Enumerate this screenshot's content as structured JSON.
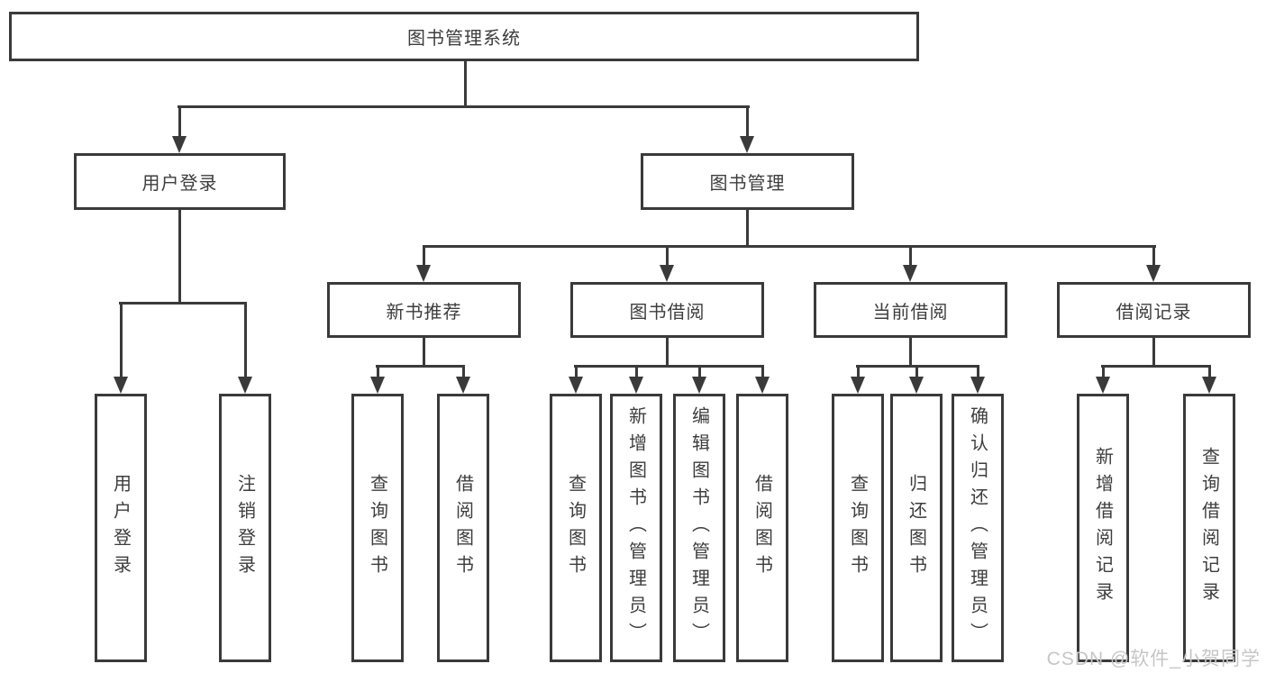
{
  "watermark": "CSDN @软件_小贺同学",
  "colors": {
    "line": "#3a3a3a",
    "text": "#3d3d3d",
    "watermark": "#c6c6c6",
    "background": "#ffffff"
  },
  "nodes": {
    "root": "图书管理系统",
    "user_login": "用户登录",
    "book_mgmt": "图书管理",
    "new_book_rec": "新书推荐",
    "book_borrow": "图书借阅",
    "current_borrow": "当前借阅",
    "borrow_records": "借阅记录",
    "login": "用户登录",
    "logout": "注销登录",
    "nb_query": "查询图书",
    "nb_borrow": "借阅图书",
    "bb_query": "查询图书",
    "bb_add": "新增图书（管理员）",
    "bb_edit": "编辑图书（管理员）",
    "bb_borrow": "借阅图书",
    "cb_query": "查询图书",
    "cb_return": "归还图书",
    "cb_confirm": "确认归还（管理员）",
    "br_add": "新增借阅记录",
    "br_query": "查询借阅记录"
  },
  "chart_data": {
    "type": "diagram",
    "diagram_kind": "hierarchy-tree",
    "hierarchy": {
      "label": "图书管理系统",
      "children": [
        {
          "label": "用户登录",
          "children": [
            {
              "label": "用户登录"
            },
            {
              "label": "注销登录"
            }
          ]
        },
        {
          "label": "图书管理",
          "children": [
            {
              "label": "新书推荐",
              "children": [
                {
                  "label": "查询图书"
                },
                {
                  "label": "借阅图书"
                }
              ]
            },
            {
              "label": "图书借阅",
              "children": [
                {
                  "label": "查询图书"
                },
                {
                  "label": "新增图书（管理员）"
                },
                {
                  "label": "编辑图书（管理员）"
                },
                {
                  "label": "借阅图书"
                }
              ]
            },
            {
              "label": "当前借阅",
              "children": [
                {
                  "label": "查询图书"
                },
                {
                  "label": "归还图书"
                },
                {
                  "label": "确认归还（管理员）"
                }
              ]
            },
            {
              "label": "借阅记录",
              "children": [
                {
                  "label": "新增借阅记录"
                },
                {
                  "label": "查询借阅记录"
                }
              ]
            }
          ]
        }
      ]
    }
  }
}
